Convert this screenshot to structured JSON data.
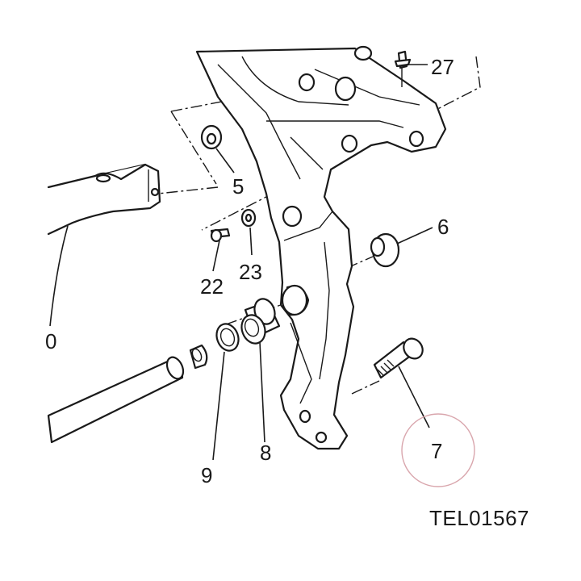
{
  "callouts": {
    "c27": "27",
    "c5": "5",
    "c6": "6",
    "c22": "22",
    "c23": "23",
    "c0": "0",
    "c9": "9",
    "c8": "8",
    "c7": "7"
  },
  "reference": "TEL01567",
  "colors": {
    "line": "#1a1a1a",
    "highlight_circle": "#d9a6ad",
    "background": "#ffffff"
  }
}
